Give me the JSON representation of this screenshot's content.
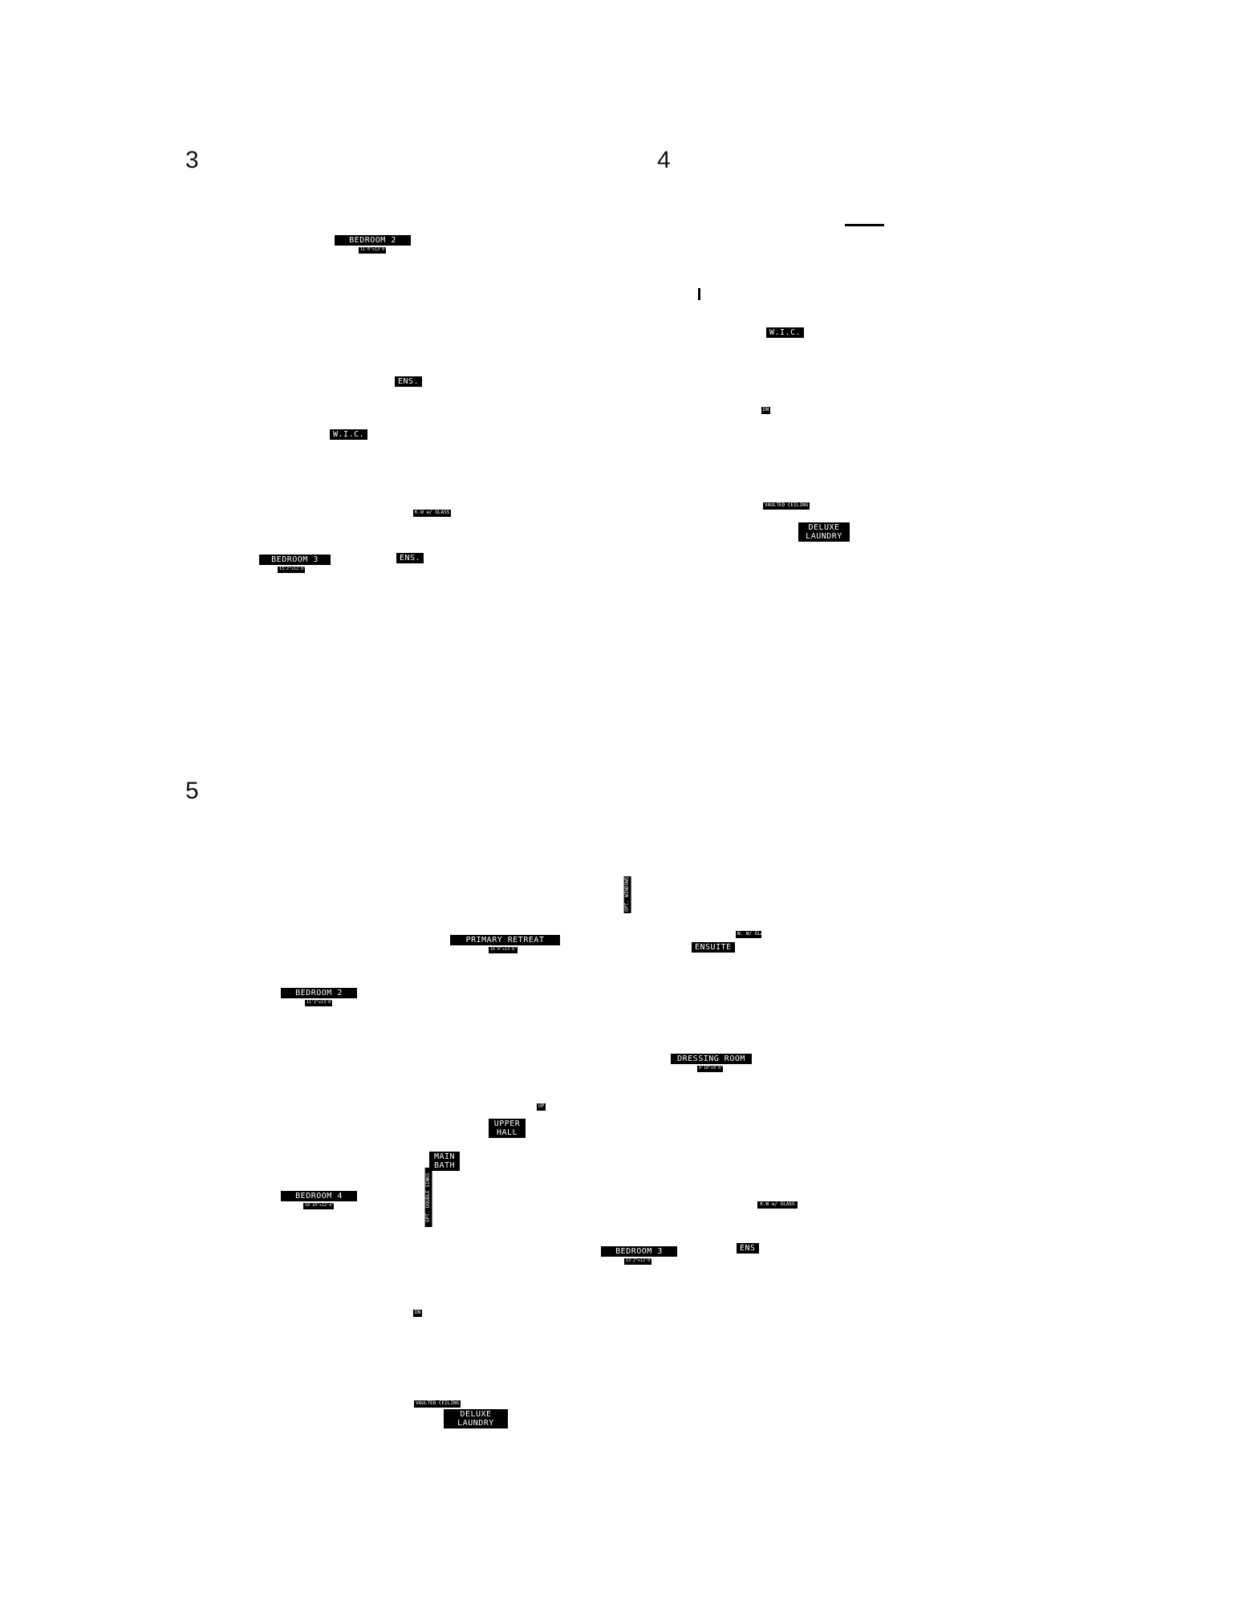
{
  "plan_3": {
    "number": "3",
    "bedroom_2": {
      "label": "BEDROOM 2",
      "dim": "11'0\"x13'0\""
    },
    "ens_upper": "ENS.",
    "wic": "W.I.C.",
    "kw_glass": "K.W w/ GLASS",
    "bedroom_3": {
      "label": "BEDROOM 3",
      "dim": "13'2\"x12'0\""
    },
    "ens_lower": "ENS."
  },
  "plan_4": {
    "number": "4",
    "wic": "W.I.C.",
    "dn": "DN",
    "vaulted_ceiling": "VAULTED CEILING",
    "deluxe_laundry": {
      "line1": "DELUXE",
      "line2": "LAUNDRY"
    }
  },
  "plan_5": {
    "number": "5",
    "opt_windows": "OPT. WINDOWS",
    "primary_retreat": {
      "label": "PRIMARY RETREAT",
      "dim": "16'0\"x13'6\""
    },
    "ensuite": "ENSUITE",
    "kw_glass_top": "W. W/ GLA",
    "bedroom_2": {
      "label": "BEDROOM 2",
      "dim": "11'2\"x13'0\""
    },
    "dressing_room": {
      "label": "DRESSING ROOM",
      "dim": "9'10\"x9'0\""
    },
    "up": "UP",
    "upper_hall": {
      "line1": "UPPER",
      "line2": "HALL"
    },
    "main_bath": {
      "line1": "MAIN",
      "line2": "BATH"
    },
    "opt_double_sinks": "OPT. DOUBLE SINKS",
    "bedroom_4": {
      "label": "BEDROOM 4",
      "dim": "10'10\"x12'4\""
    },
    "kw_glass": "K.W w/ GLASS",
    "bedroom_3": {
      "label": "BEDROOM 3",
      "dim": "13'2\"x12'0\""
    },
    "ens": "ENS",
    "dn": "DN",
    "vaulted_ceiling": "VAULTED CEILING",
    "deluxe_laundry": {
      "line1": "DELUXE",
      "line2": "LAUNDRY"
    }
  }
}
